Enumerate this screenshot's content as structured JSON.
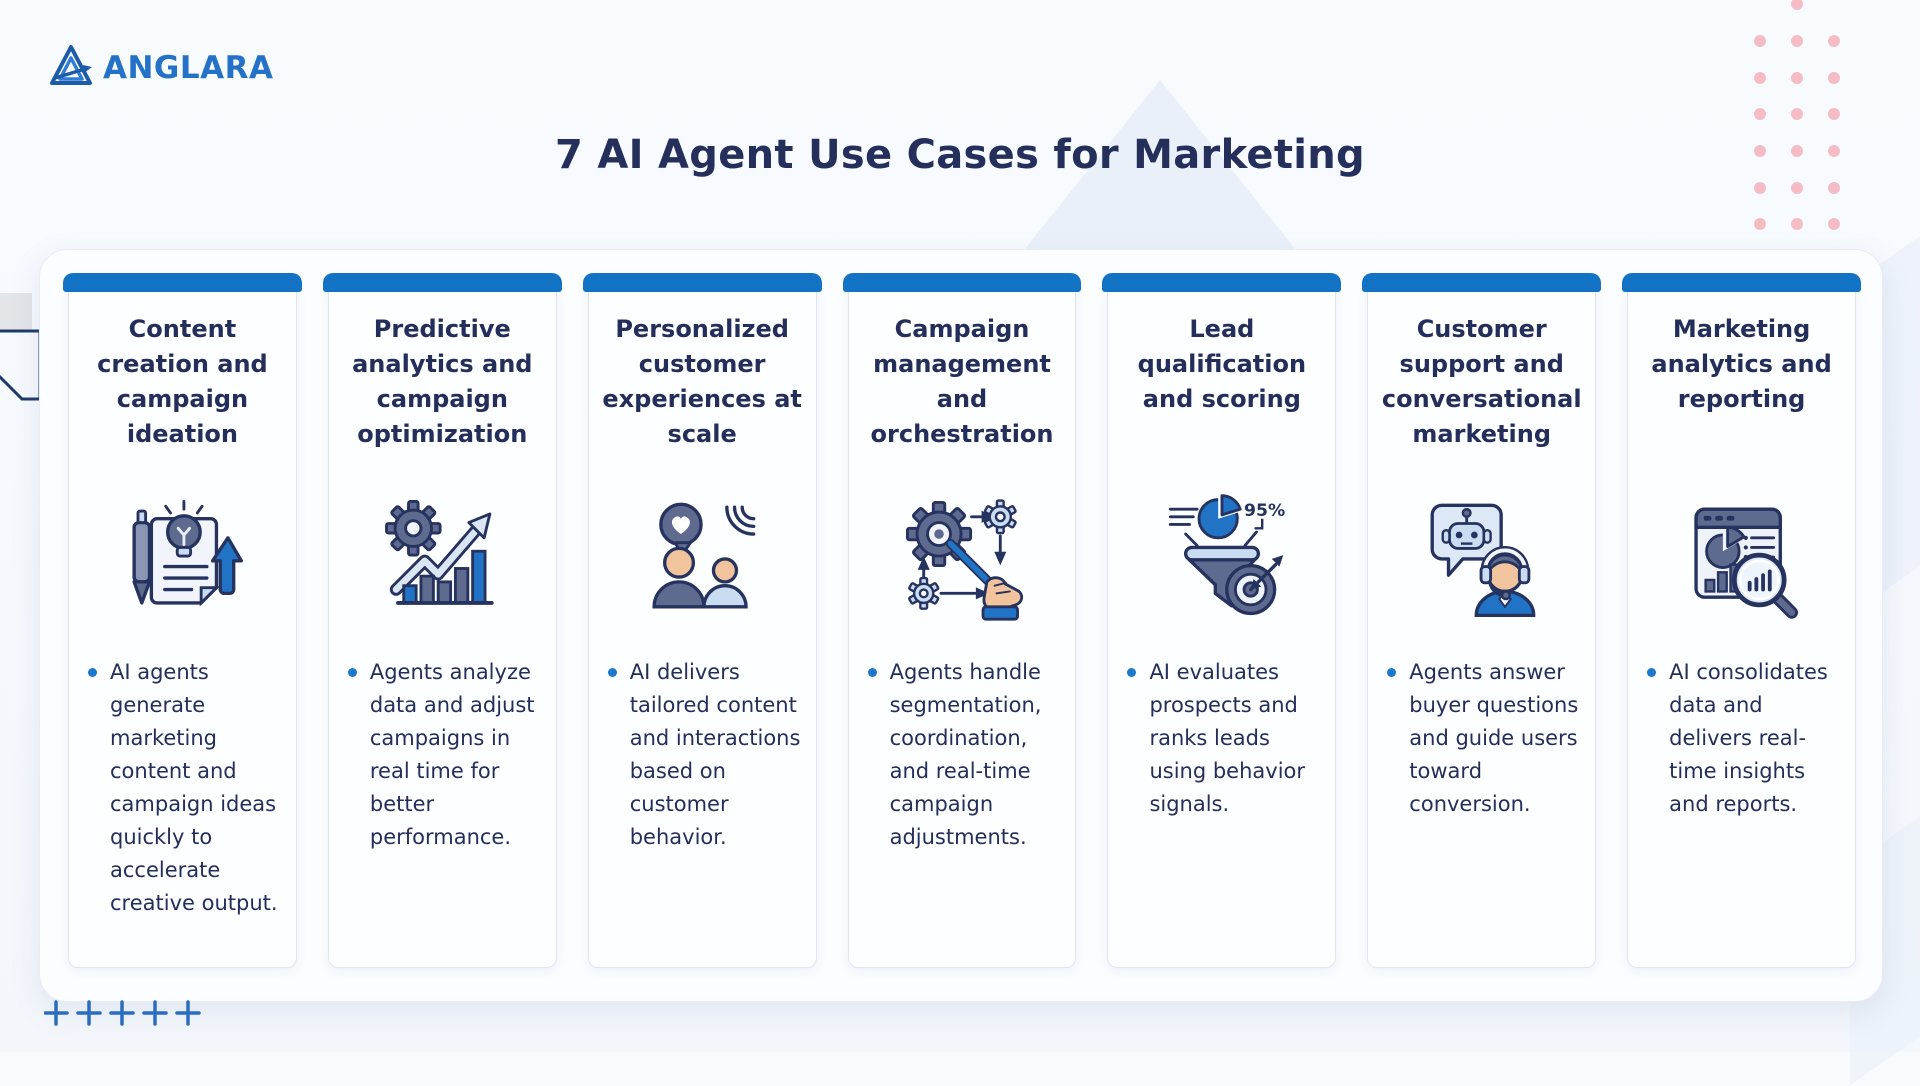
{
  "brand": {
    "name": "ANGLARA"
  },
  "header": {
    "title": "7 AI Agent Use Cases for Marketing"
  },
  "colors": {
    "accent_bar": "#1273c4",
    "heading_navy": "#252f5b",
    "body_navy": "#242e5a",
    "bullet_dot": "#1b78cc",
    "icon_blue": "#2173c6",
    "icon_navy_fill": "#5e6a8e",
    "icon_outline": "#27335f",
    "icon_light_blue": "#c9dcf2",
    "skin": "#f2c49d",
    "pink_dots": "#f5bcc6",
    "plus_marks": "#2a6cc0"
  },
  "cards": [
    {
      "title": "Content creation and campaign ideation",
      "icon": "content-creation-icon",
      "bullet": "AI agents generate marketing content and campaign ideas quickly to accelerate creative output."
    },
    {
      "title": "Predictive analytics and campaign optimization",
      "icon": "predictive-analytics-icon",
      "bullet": "Agents analyze data and adjust campaigns in real time for better performance."
    },
    {
      "title": "Personalized customer experiences at scale",
      "icon": "personalized-experience-icon",
      "bullet": "AI delivers tailored content and interactions based on customer behavior."
    },
    {
      "title": "Campaign management and orchestration",
      "icon": "campaign-orchestration-icon",
      "bullet": "Agents handle segmentation, coordination, and real-time campaign adjustments."
    },
    {
      "title": "Lead qualification and scoring",
      "icon": "lead-qualification-icon",
      "icon_label": "95%",
      "bullet": "AI evaluates prospects and ranks leads using behavior signals."
    },
    {
      "title": "Customer support and conversational marketing",
      "icon": "customer-support-icon",
      "bullet": "Agents answer buyer questions and guide users toward conversion."
    },
    {
      "title": "Marketing analytics and reporting",
      "icon": "marketing-reporting-icon",
      "bullet": "AI consolidates data and delivers real-time insights and reports."
    }
  ]
}
